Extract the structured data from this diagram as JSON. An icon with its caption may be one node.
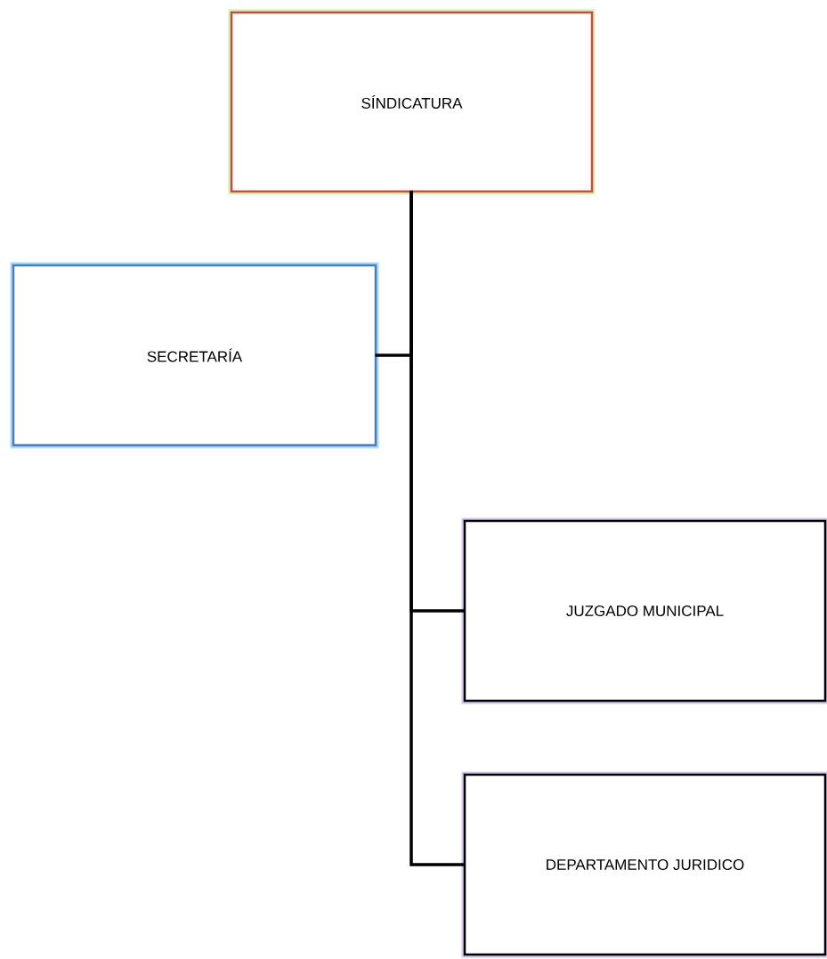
{
  "diagram": {
    "nodes": [
      {
        "text": [
          "SÍNDICATURA"
        ]
      },
      {
        "text": [
          "SECRETARÍA"
        ]
      },
      {
        "text": [
          "JUZGADO MUNICIPAL"
        ]
      },
      {
        "text": [
          "DEPARTAMENTO JURIDICO"
        ]
      }
    ],
    "edges": [
      {
        "from": 0,
        "to": 1,
        "arrow": "none"
      },
      {
        "from": 0,
        "to": 2,
        "arrow": "none"
      },
      {
        "from": 0,
        "to": 3,
        "arrow": "none"
      }
    ]
  }
}
